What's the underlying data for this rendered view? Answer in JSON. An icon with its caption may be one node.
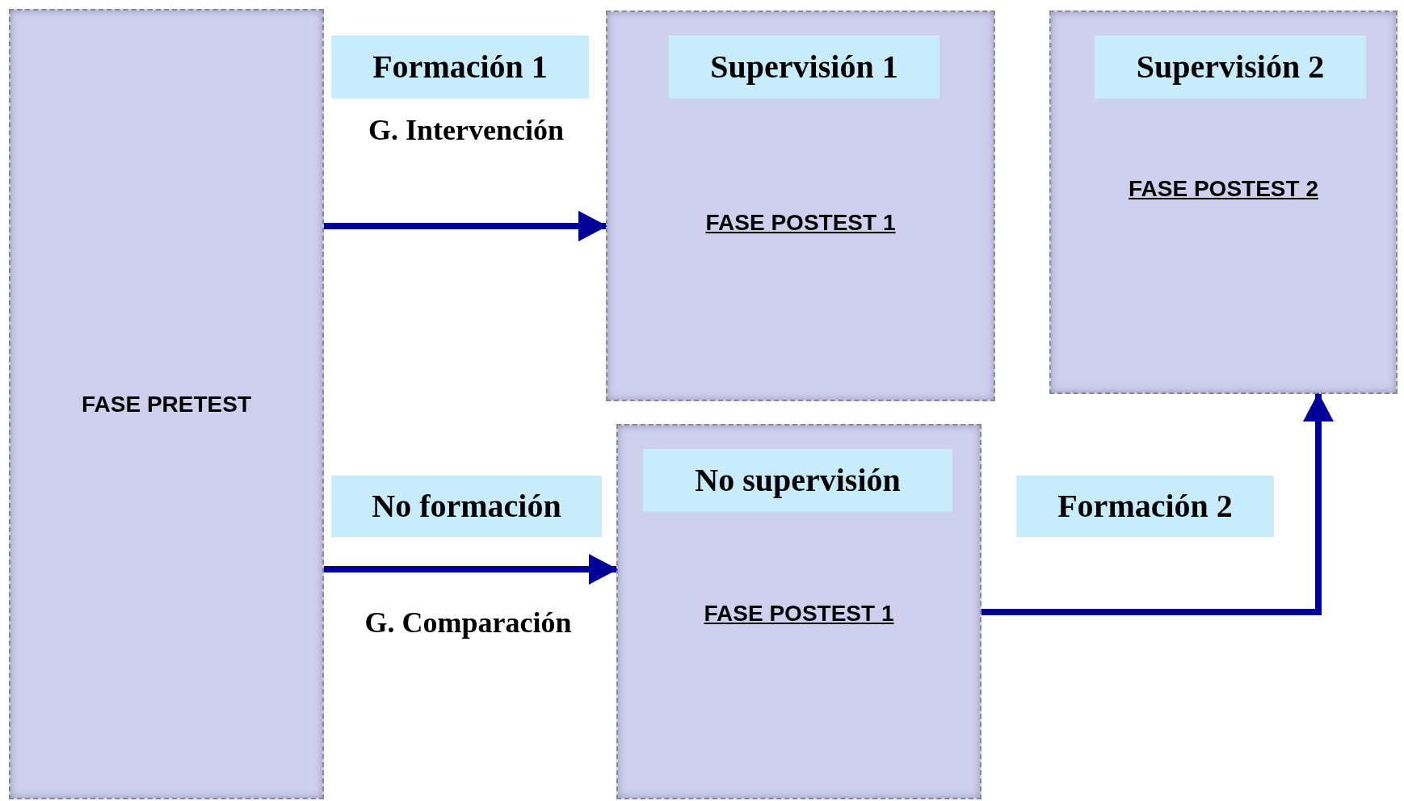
{
  "diagram": {
    "nodes": [
      {
        "text": [
          "FASE PRETEST"
        ]
      },
      {
        "text": [
          "Formación 1"
        ]
      },
      {
        "text": [
          "Supervisión 1",
          "FASE POSTEST 1"
        ]
      },
      {
        "text": [
          "Supervisión 2",
          "FASE POSTEST 2"
        ]
      },
      {
        "text": [
          "No formación"
        ]
      },
      {
        "text": [
          "No supervisión",
          "FASE POSTEST 1"
        ]
      },
      {
        "text": [
          "Formación 2"
        ]
      }
    ],
    "edges": [
      {
        "from": 0,
        "to": 2,
        "arrow": "to",
        "label": "G. Intervención"
      },
      {
        "from": 0,
        "to": 5,
        "arrow": "to",
        "label": "G. Comparación"
      },
      {
        "from": 5,
        "to": 3,
        "arrow": "to"
      }
    ]
  }
}
